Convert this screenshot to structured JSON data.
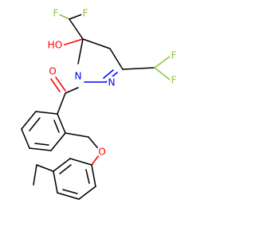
{
  "molecule": {
    "atoms": {
      "f_top_left": "F",
      "f_top_right": "F",
      "f_right_upper": "F",
      "f_right_lower": "F",
      "hydroxyl": "HO",
      "nitrogen_left": "N",
      "nitrogen_right": "N",
      "carbonyl_oxygen": "O",
      "ether_oxygen": "O"
    },
    "colors": {
      "bond": "#000000",
      "fluorine": "#8fc43f",
      "oxygen": "#ff0000",
      "nitrogen": "#0000ff",
      "background": "#ffffff"
    }
  }
}
